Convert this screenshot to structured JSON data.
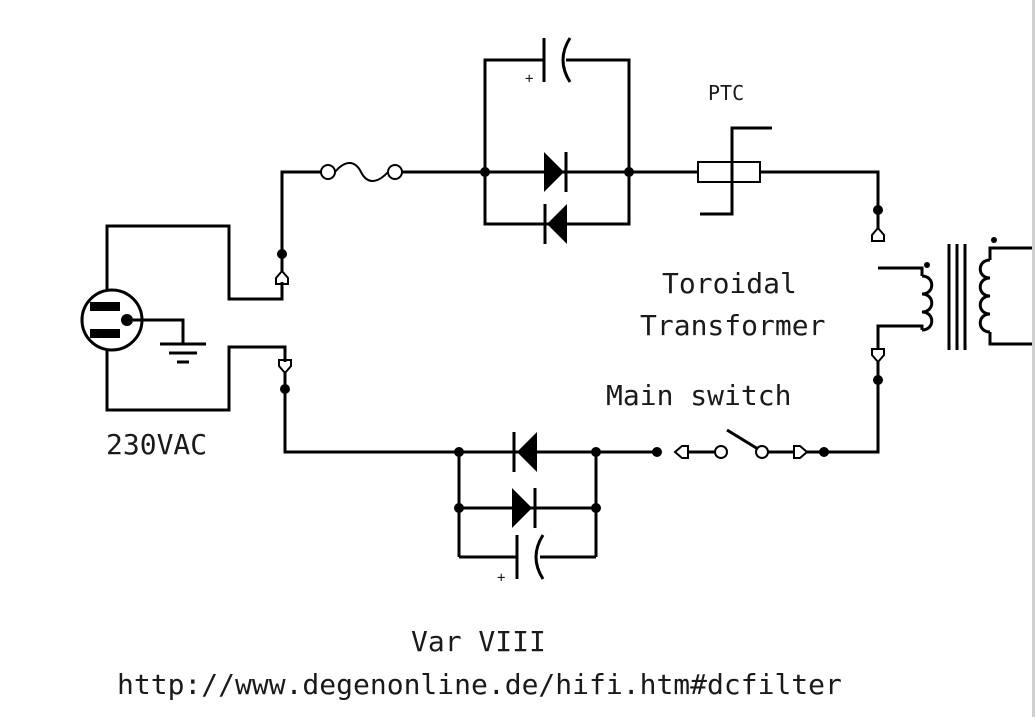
{
  "diagram": {
    "labels": {
      "ptc": "PTC",
      "transformer_line1": "Toroidal",
      "transformer_line2": "Transformer",
      "main_switch": "Main switch",
      "mains": "230VAC",
      "cap_polarity_top": "+",
      "cap_polarity_bottom": "+"
    },
    "footer": {
      "variant": "Var VIII",
      "url": "http://www.degenonline.de/hifi.htm#dcfilter"
    },
    "components": [
      "mains-plug",
      "ground",
      "fuse",
      "diode-pair-top",
      "capacitor-top",
      "ptc-thermistor",
      "toroidal-transformer",
      "main-switch",
      "diode-pair-bottom",
      "capacitor-bottom"
    ]
  }
}
